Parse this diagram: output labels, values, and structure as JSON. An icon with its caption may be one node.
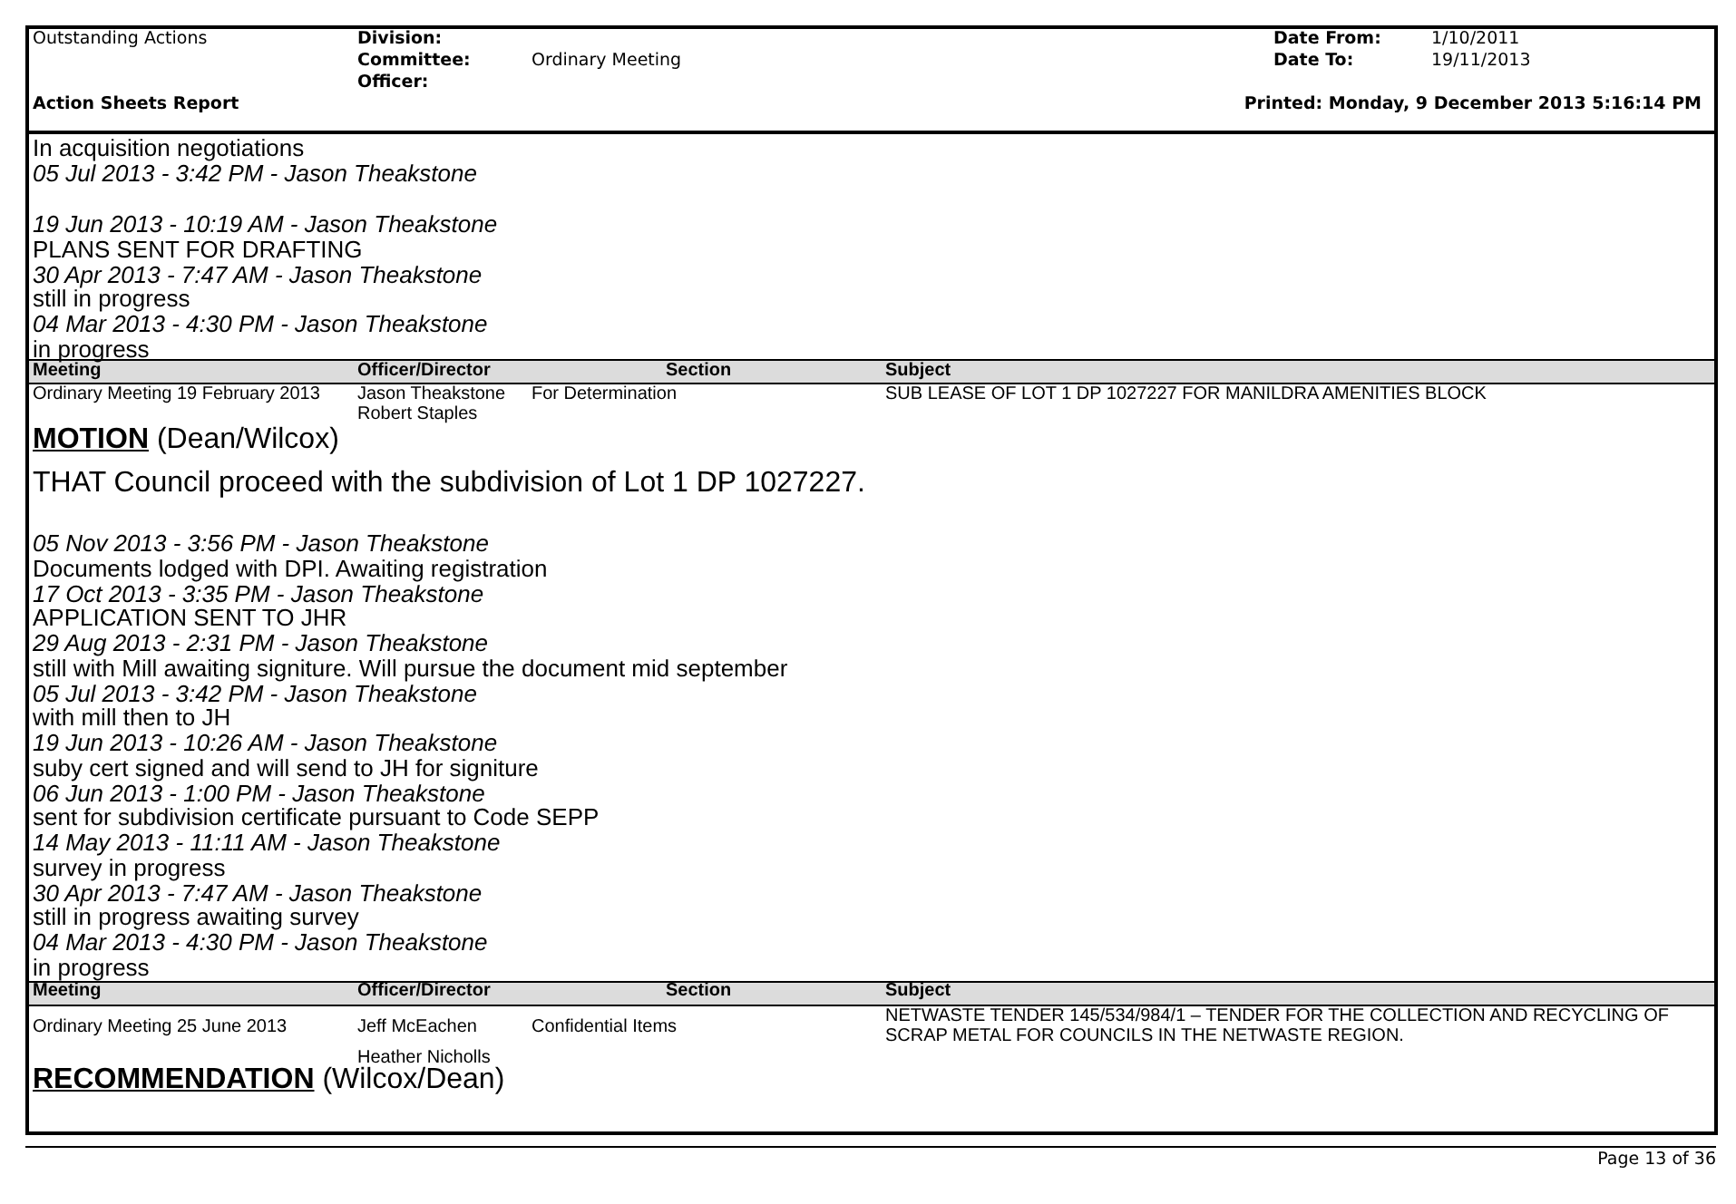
{
  "diagram": {
    "labels": [
      "Outstanding Actions",
      "Division:",
      "Date From:",
      "1/10/2011",
      "Committee:",
      "Ordinary Meeting",
      "Date To:",
      "19/11/2013",
      "Officer:",
      "Action Sheets Report",
      "Printed: Monday, 9 December 2013   5:16:14 PM",
      "In acquisition negotiations",
      "05 Jul 2013 - 3:42 PM - Jason Theakstone",
      "19 Jun 2013 - 10:19 AM - Jason Theakstone",
      "PLANS SENT FOR DRAFTING",
      "30 Apr 2013 - 7:47 AM - Jason Theakstone",
      "still in progress",
      "04 Mar 2013 - 4:30 PM - Jason Theakstone",
      "in progress",
      "Meeting",
      "Officer/Director",
      "Section",
      "Subject",
      "Ordinary Meeting 19 February 2013",
      "Jason Theakstone",
      "Robert Staples",
      "For Determination",
      "SUB LEASE OF LOT 1 DP 1027227 FOR MANILDRA AMENITIES BLOCK",
      "**MOTION** (Dean/Wilcox)",
      "THAT Council proceed with the subdivision of Lot 1 DP 1027227.",
      "05 Nov 2013 - 3:56 PM - Jason Theakstone",
      "Documents lodged with DPI. Awaiting registration",
      "17 Oct 2013 - 3:35 PM - Jason Theakstone",
      "APPLICATION SENT TO JHR",
      "29 Aug 2013 - 2:31 PM - Jason Theakstone",
      "still with Mill awaiting signiture. Will pursue the document mid september",
      "05 Jul 2013 - 3:42 PM - Jason Theakstone",
      "with mill then to JH",
      "19 Jun 2013 - 10:26 AM - Jason Theakstone",
      "suby cert signed and will send to JH for signiture",
      "06 Jun 2013 - 1:00 PM - Jason Theakstone",
      "sent for subdivision certificate pursuant to Code SEPP",
      "14 May 2013 - 11:11 AM - Jason Theakstone",
      "survey in progress",
      "30 Apr 2013 - 7:47 AM - Jason Theakstone",
      "still in progress awaiting survey",
      "04 Mar 2013 - 4:30 PM - Jason Theakstone",
      "in progress",
      "Meeting",
      "Officer/Director",
      "Section",
      "Subject",
      "Ordinary Meeting 25 June 2013",
      "Jeff McEachen",
      "Heather Nicholls",
      "Confidential Items",
      "NETWASTE TENDER 145/534/984/1 – TENDER FOR THE COLLECTION AND RECYCLING OF SCRAP METAL FOR COUNCILS IN THE NETWASTE REGION.",
      "**RECOMMENDATION** (Wilcox/Dean)",
      "Page 13 of 36"
    ]
  }
}
